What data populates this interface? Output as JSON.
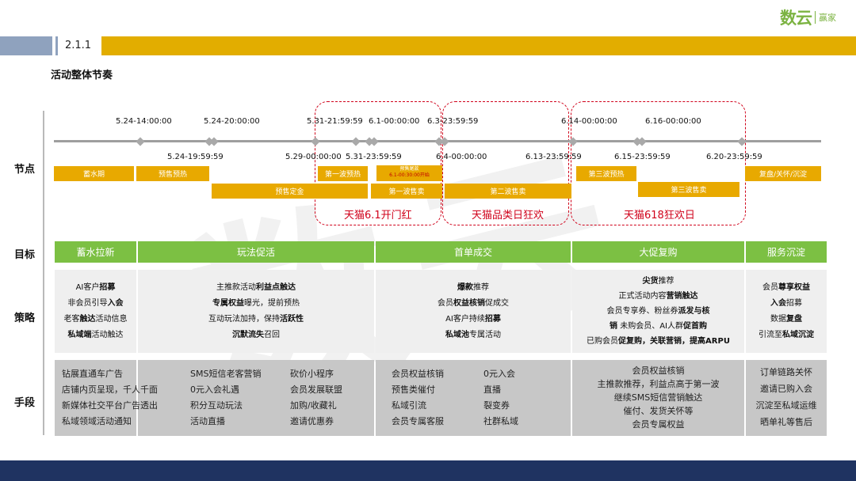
{
  "header": {
    "section_number": "2.1.1",
    "logo_main": "数云",
    "logo_sub": "赢家"
  },
  "subtitle": "活动整体节奏",
  "watermark": "数云",
  "row_labels": {
    "nodes": "节点",
    "goals": "目标",
    "strategy": "策略",
    "means": "手段"
  },
  "timeline": {
    "top_labels": [
      "5.24-14:00:00",
      "5.24-20:00:00",
      "5.31-21:59:59",
      "6.1-00:00:00",
      "6.3-23:59:59",
      "6.14-00:00:00",
      "6.16-00:00:00"
    ],
    "bottom_labels": [
      "5.24-19:59:59",
      "5.29-00:00:00",
      "5.31-23:59:59",
      "6.4-00:00:00",
      "6.13-23:59:59",
      "6.15-23:59:59",
      "6.20-23:59:59"
    ]
  },
  "phases": {
    "warmup": "蓄水期",
    "presale_heat": "预售预热",
    "deposit": "预售定金",
    "wave1_heat": "第一波预热",
    "final_pay_title": "预售尾款",
    "final_pay_time": "6.1-00:30:00开始",
    "wave1_sale": "第一波售卖",
    "wave2_sale": "第二波售卖",
    "wave3_heat": "第三波预热",
    "wave3_sale": "第三波售卖",
    "aftercare": "复盘/关怀/沉淀"
  },
  "events": [
    "天猫6.1开门红",
    "天猫品类日狂欢",
    "天猫618狂欢日"
  ],
  "goals": [
    "蓄水拉新",
    "玩法促活",
    "首单成交",
    "大促复购",
    "服务沉淀"
  ],
  "strategy": {
    "col1": {
      "l1a": "AI客户",
      "l1b": "招募",
      "l2a": "非会员引导",
      "l2b": "入会",
      "l3a": "老客",
      "l3b": "触达",
      "l3c": "活动信息",
      "l4a": "私域端",
      "l4b": "活动触达"
    },
    "col2": {
      "l1a": "主推款活动",
      "l1b": "利益点触达",
      "l2a": "专属权益",
      "l2b": "曝光，提前预热",
      "l3a": "互动玩法加持，保持",
      "l3b": "活跃性",
      "l4a": "沉默流失",
      "l4b": "召回"
    },
    "col3": {
      "l1a": "爆款",
      "l1b": "推荐",
      "l2a": "会员",
      "l2b": "权益核销",
      "l2c": "促成交",
      "l3a": "AI客户持续",
      "l3b": "招募",
      "l4a": "私域池",
      "l4b": "专属活动"
    },
    "col4": {
      "l1a": "尖货",
      "l1b": "推荐",
      "l2a": "正式活动内容",
      "l2b": "营销触达",
      "l3a": "会员专享券、粉丝券",
      "l3b": "派发与核",
      "l4a": "销",
      "l4b": " 未购会员、AI人群",
      "l4c": "促首购",
      "l5a": "已购会员",
      "l5b": "促复购，关联营销，提高ARPU"
    },
    "col5": {
      "l1a": "会员",
      "l1b": "尊享权益",
      "l2a": "入会",
      "l2b": "招募",
      "l3a": "数据",
      "l3b": "复盘",
      "l4a": "引流至",
      "l4b": "私域沉淀"
    }
  },
  "means": {
    "col1": [
      "钻展直通车广告",
      "店铺内页呈现，千人千面",
      "新媒体社交平台广告透出",
      "私域领域活动通知"
    ],
    "col2a": [
      "SMS短信老客营销",
      "0元入会礼遇",
      "积分互动玩法",
      "活动直播"
    ],
    "col2b": [
      "砍价小程序",
      "会员发展联盟",
      "加购/收藏礼",
      "邀请优惠券"
    ],
    "col3a": [
      "会员权益核销",
      "预售类催付",
      "私域引流",
      "会员专属客服"
    ],
    "col3b": [
      "0元入会",
      "直播",
      "裂变券",
      "社群私域"
    ],
    "col4": [
      "会员权益核销",
      "主推款推荐，利益点高于第一波",
      "继续SMS短信营销触达",
      "催付、发货关怀等",
      "会员专属权益"
    ],
    "col5": [
      "订单链路关怀",
      "邀请已购入会",
      "沉淀至私域运维",
      "晒单礼等售后"
    ]
  },
  "colors": {
    "accent_yellow": "#e8a900",
    "goal_green": "#7cc043",
    "event_red": "#d0021b",
    "footer_navy": "#1f3361",
    "header_blue": "#8fa2be"
  }
}
